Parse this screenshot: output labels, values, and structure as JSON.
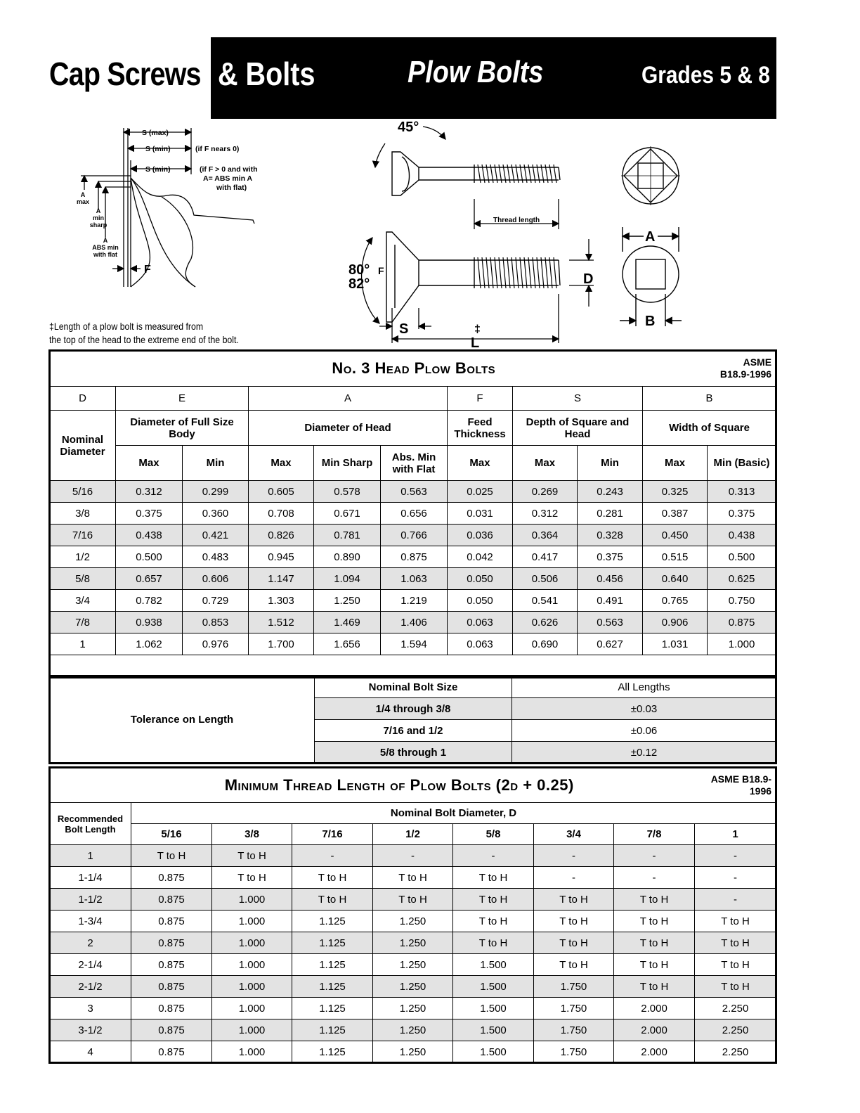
{
  "header": {
    "left": "Cap Screws",
    "amp": "& Bolts",
    "title": "Plow Bolts",
    "grades": "Grades 5 & 8"
  },
  "diagram": {
    "s_max": "S (max)",
    "s_min_1": "S (min)",
    "s_min_1_note": "(if F nears 0)",
    "s_min_2": "S (min)",
    "s_min_2_note_1": "(if F > 0 and with",
    "s_min_2_note_2": "A= ABS min A",
    "s_min_2_note_3": "with flat)",
    "a_max_1": "A",
    "a_max_2": "max",
    "a_min_1": "A",
    "a_min_2": "min",
    "a_min_3": "sharp",
    "a_abs_1": "A",
    "a_abs_2": "ABS min",
    "a_abs_3": "with flat",
    "f_left": "F",
    "angle_45": "45°",
    "thread_length": "Thread length",
    "angle_80": "80°",
    "angle_82": "82°",
    "f_mid": "F",
    "d": "D",
    "s_bottom": "S",
    "l": "L",
    "dagger": "‡",
    "a_right": "A",
    "b_right": "B"
  },
  "footnote": {
    "line1": "‡Length of a plow bolt is measured from",
    "line2": "the top of the head to the extreme end of the bolt."
  },
  "table1": {
    "title": "No. 3 Head Plow Bolts",
    "asme_1": "ASME",
    "asme_2": "B18.9-1996",
    "letters": [
      "D",
      "E",
      "A",
      "F",
      "S",
      "B"
    ],
    "nominal": "Nominal Diameter",
    "groups": {
      "E": "Diameter of Full Size Body",
      "A": "Diameter of Head",
      "F": "Feed Thickness",
      "S": "Depth of Square and Head",
      "B": "Width of Square"
    },
    "sub": [
      "Max",
      "Min",
      "Max",
      "Min Sharp",
      "Abs. Min with Flat",
      "Max",
      "Max",
      "Min",
      "Max",
      "Min (Basic)"
    ],
    "rows": [
      [
        "5/16",
        "0.312",
        "0.299",
        "0.605",
        "0.578",
        "0.563",
        "0.025",
        "0.269",
        "0.243",
        "0.325",
        "0.313"
      ],
      [
        "3/8",
        "0.375",
        "0.360",
        "0.708",
        "0.671",
        "0.656",
        "0.031",
        "0.312",
        "0.281",
        "0.387",
        "0.375"
      ],
      [
        "7/16",
        "0.438",
        "0.421",
        "0.826",
        "0.781",
        "0.766",
        "0.036",
        "0.364",
        "0.328",
        "0.450",
        "0.438"
      ],
      [
        "1/2",
        "0.500",
        "0.483",
        "0.945",
        "0.890",
        "0.875",
        "0.042",
        "0.417",
        "0.375",
        "0.515",
        "0.500"
      ],
      [
        "5/8",
        "0.657",
        "0.606",
        "1.147",
        "1.094",
        "1.063",
        "0.050",
        "0.506",
        "0.456",
        "0.640",
        "0.625"
      ],
      [
        "3/4",
        "0.782",
        "0.729",
        "1.303",
        "1.250",
        "1.219",
        "0.050",
        "0.541",
        "0.491",
        "0.765",
        "0.750"
      ],
      [
        "7/8",
        "0.938",
        "0.853",
        "1.512",
        "1.469",
        "1.406",
        "0.063",
        "0.626",
        "0.563",
        "0.906",
        "0.875"
      ],
      [
        "1",
        "1.062",
        "0.976",
        "1.700",
        "1.656",
        "1.594",
        "0.063",
        "0.690",
        "0.627",
        "1.031",
        "1.000"
      ]
    ]
  },
  "tolerance": {
    "label": "Tolerance on Length",
    "col1": "Nominal Bolt Size",
    "col2": "All Lengths",
    "rows": [
      [
        "1/4 through 3/8",
        "±0.03"
      ],
      [
        "7/16 and 1/2",
        "±0.06"
      ],
      [
        "5/8 through 1",
        "±0.12"
      ]
    ]
  },
  "table2": {
    "title": "Minimum Thread Length of Plow Bolts (2d + 0.25)",
    "asme_1": "ASME B18.9-",
    "asme_2": "1996",
    "rec": "Recommended Bolt Length",
    "nominal": "Nominal Bolt Diameter, D",
    "cols": [
      "5/16",
      "3/8",
      "7/16",
      "1/2",
      "5/8",
      "3/4",
      "7/8",
      "1"
    ],
    "rows": [
      [
        "1",
        "T to H",
        "T to H",
        "-",
        "-",
        "-",
        "-",
        "-",
        "-"
      ],
      [
        "1-1/4",
        "0.875",
        "T to H",
        "T to H",
        "T to H",
        "T to H",
        "-",
        "-",
        "-"
      ],
      [
        "1-1/2",
        "0.875",
        "1.000",
        "T to H",
        "T to H",
        "T to H",
        "T to H",
        "T to H",
        "-"
      ],
      [
        "1-3/4",
        "0.875",
        "1.000",
        "1.125",
        "1.250",
        "T to H",
        "T to H",
        "T to H",
        "T to H"
      ],
      [
        "2",
        "0.875",
        "1.000",
        "1.125",
        "1.250",
        "T to H",
        "T to H",
        "T to H",
        "T to H"
      ],
      [
        "2-1/4",
        "0.875",
        "1.000",
        "1.125",
        "1.250",
        "1.500",
        "T to H",
        "T to H",
        "T to H"
      ],
      [
        "2-1/2",
        "0.875",
        "1.000",
        "1.125",
        "1.250",
        "1.500",
        "1.750",
        "T to H",
        "T to H"
      ],
      [
        "3",
        "0.875",
        "1.000",
        "1.125",
        "1.250",
        "1.500",
        "1.750",
        "2.000",
        "2.250"
      ],
      [
        "3-1/2",
        "0.875",
        "1.000",
        "1.125",
        "1.250",
        "1.500",
        "1.750",
        "2.000",
        "2.250"
      ],
      [
        "4",
        "0.875",
        "1.000",
        "1.125",
        "1.250",
        "1.500",
        "1.750",
        "2.000",
        "2.250"
      ]
    ]
  }
}
